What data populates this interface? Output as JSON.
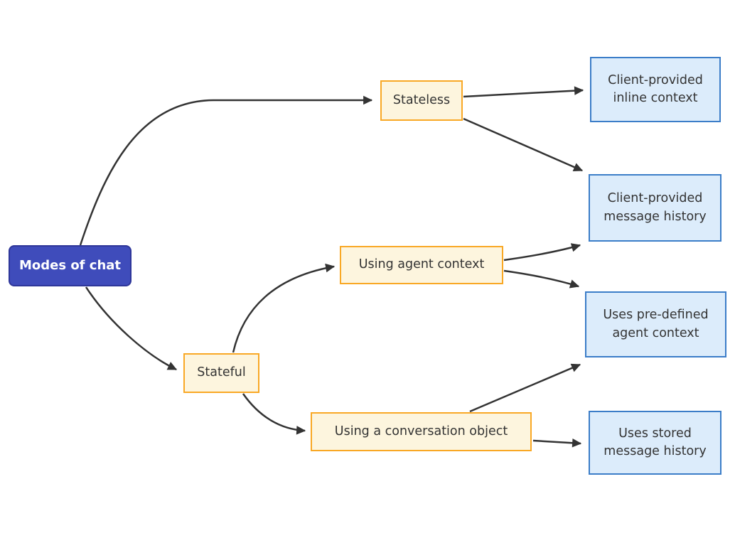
{
  "diagram": {
    "type": "flowchart",
    "direction": "left-to-right",
    "nodes": {
      "root": {
        "label": "Modes of chat",
        "kind": "root"
      },
      "stateless": {
        "label": "Stateless",
        "kind": "stage"
      },
      "stateful": {
        "label": "Stateful",
        "kind": "stage"
      },
      "agent_context": {
        "label": "Using agent context",
        "kind": "stage"
      },
      "conversation": {
        "label": "Using a conversation object",
        "kind": "stage"
      },
      "inline_context": {
        "label": "Client-provided inline context",
        "kind": "leaf"
      },
      "message_history": {
        "label": "Client-provided message history",
        "kind": "leaf"
      },
      "predefined": {
        "label": "Uses pre-defined agent context",
        "kind": "leaf"
      },
      "stored_history": {
        "label": "Uses stored message history",
        "kind": "leaf"
      }
    },
    "edges": [
      {
        "from": "root",
        "to": "stateless"
      },
      {
        "from": "root",
        "to": "stateful"
      },
      {
        "from": "stateless",
        "to": "inline_context"
      },
      {
        "from": "stateless",
        "to": "message_history"
      },
      {
        "from": "stateful",
        "to": "agent_context"
      },
      {
        "from": "stateful",
        "to": "conversation"
      },
      {
        "from": "agent_context",
        "to": "message_history"
      },
      {
        "from": "agent_context",
        "to": "predefined"
      },
      {
        "from": "conversation",
        "to": "predefined"
      },
      {
        "from": "conversation",
        "to": "stored_history"
      }
    ]
  },
  "colors": {
    "root_fill": "#3f4cbb",
    "root_border": "#2e3699",
    "root_text": "#ffffff",
    "stage_fill": "#fdf5de",
    "stage_border": "#f9a825",
    "leaf_fill": "#dcecfb",
    "leaf_border": "#3b7dc8",
    "edge_color": "#333333",
    "text_color": "#333333"
  }
}
